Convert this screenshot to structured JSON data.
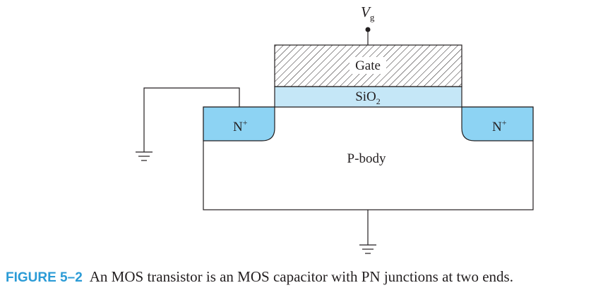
{
  "diagram": {
    "terminal": {
      "symbol": "V",
      "subscript": "g"
    },
    "gate_label": "Gate",
    "oxide_label": {
      "base": "SiO",
      "subscript": "2"
    },
    "left_region_label": {
      "base": "N",
      "superscript": "+"
    },
    "right_region_label": {
      "base": "N",
      "superscript": "+"
    },
    "body_label": "P-body"
  },
  "caption": {
    "figure_label": "FIGURE 5–2",
    "text": "An MOS transistor is an MOS capacitor with PN junctions at two ends."
  },
  "colors": {
    "oxide_fill": "#c5e7f7",
    "n_region_fill": "#8dd3f3",
    "stroke": "#231f20",
    "figure_label_color": "#2b9bd6"
  }
}
